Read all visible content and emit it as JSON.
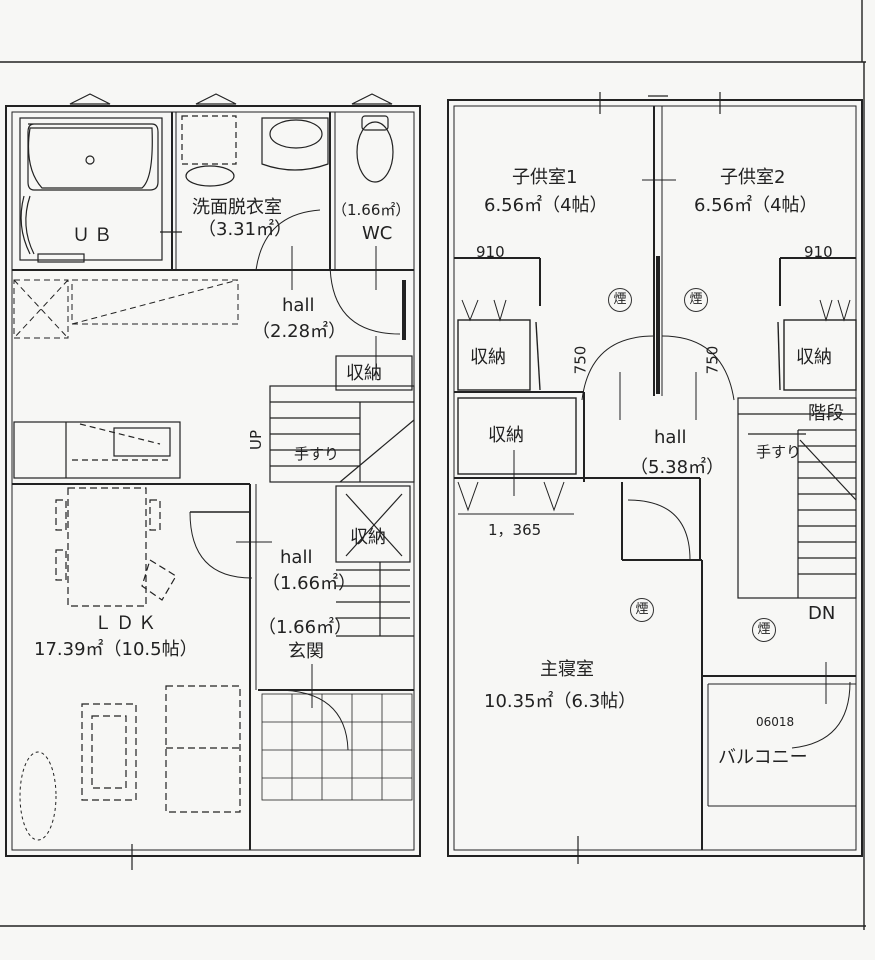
{
  "floor1": {
    "ub": "ＵＢ",
    "washroom_name": "洗面脱衣室",
    "washroom_area": "（3.31㎡）",
    "wc_area": "（1.66㎡）",
    "wc_name": "WC",
    "hall_name": "hall",
    "hall_area": "（2.28㎡）",
    "storage_wc": "収納",
    "up": "UP",
    "handrail": "手すり",
    "storage_stair": "収納",
    "hall2_name": "hall",
    "hall2_area": "（1.66㎡）",
    "entry_area": "（1.66㎡）",
    "entry_name": "玄関",
    "ldk_name": "ＬＤＫ",
    "ldk_area": "17.39㎡（10.5帖）"
  },
  "floor2": {
    "child1_name": "子供室1",
    "child1_area": "6.56㎡（4帖）",
    "child2_name": "子供室2",
    "child2_area": "6.56㎡（4帖）",
    "dim_910_left": "910",
    "dim_910_right": "910",
    "smoke_mark": "煙",
    "storage_left": "収納",
    "storage_right": "収納",
    "storage_mid": "収納",
    "dim_750_left": "750",
    "dim_750_right": "750",
    "stairs": "階段",
    "handrail": "手すり",
    "hall_name": "hall",
    "hall_area": "（5.38㎡）",
    "dim_1365": "1，365",
    "dn": "DN",
    "master_name": "主寝室",
    "master_area": "10.35㎡（6.3帖）",
    "plan_code": "06018",
    "balcony": "バルコニー"
  }
}
